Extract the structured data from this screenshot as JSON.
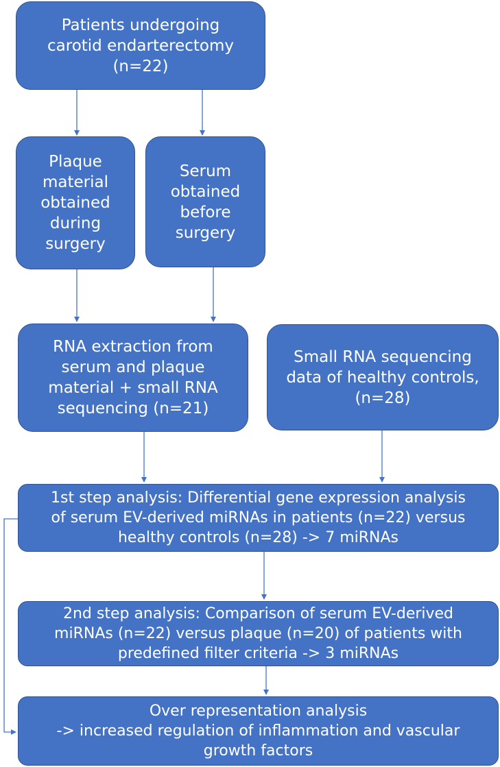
{
  "diagram": {
    "accent_color": "#4472c4",
    "border_color": "#2f528f",
    "arrow_color": "#4472c4",
    "nodes": {
      "patients": "Patients undergoing\ncarotid endarterectomy\n(n=22)",
      "plaque": "Plaque\nmaterial\nobtained\nduring\nsurgery",
      "serum": "Serum\nobtained\nbefore\nsurgery",
      "rna_extraction": "RNA extraction from\nserum and plaque\nmaterial + small RNA\nsequencing (n=21)",
      "healthy_controls": "Small RNA sequencing\ndata of healthy controls,\n(n=28)",
      "step1": "1st step analysis: Differential gene expression analysis\nof serum EV-derived miRNAs in patients (n=22) versus\nhealthy controls (n=28) -> 7 miRNAs",
      "step2": "2nd step analysis: Comparison of serum EV-derived\nmiRNAs (n=22) versus plaque (n=20) of patients with\npredefined filter criteria -> 3 miRNAs",
      "ora": "Over representation analysis\n-> increased regulation of inflammation and vascular\ngrowth factors"
    },
    "edges": [
      {
        "from": "patients",
        "to": "plaque"
      },
      {
        "from": "patients",
        "to": "serum"
      },
      {
        "from": "plaque",
        "to": "rna_extraction"
      },
      {
        "from": "serum",
        "to": "rna_extraction"
      },
      {
        "from": "rna_extraction",
        "to": "step1"
      },
      {
        "from": "healthy_controls",
        "to": "step1"
      },
      {
        "from": "step1",
        "to": "step2"
      },
      {
        "from": "step2",
        "to": "ora"
      },
      {
        "from": "step1",
        "to": "ora"
      }
    ]
  }
}
